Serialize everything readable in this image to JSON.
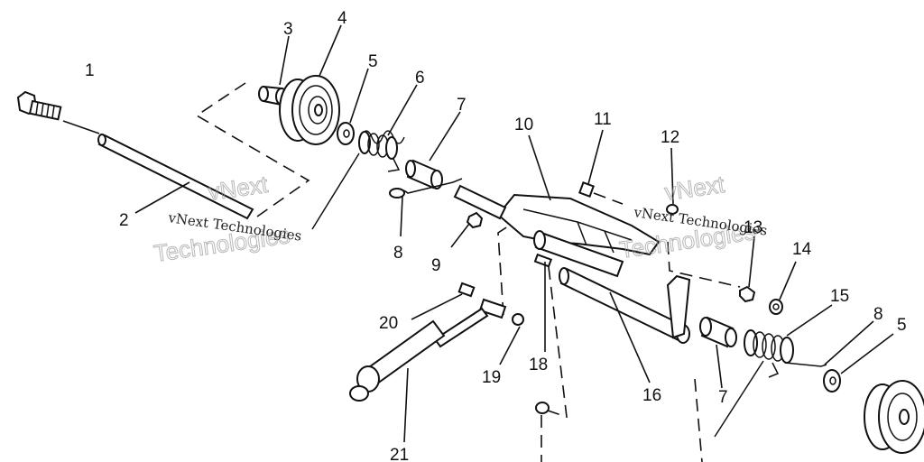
{
  "diagram": {
    "watermark_lines": [
      "vNext Technologies",
      "vNext Technologies"
    ],
    "watermark_big": [
      "vNext",
      "Technologies",
      "vNext",
      "Technologies"
    ],
    "callouts": [
      "1",
      "2",
      "3",
      "4",
      "5",
      "6",
      "7",
      "8",
      "9",
      "10",
      "11",
      "12",
      "13",
      "14",
      "15",
      "16",
      "7",
      "8",
      "5",
      "18",
      "19",
      "20",
      "21"
    ]
  }
}
